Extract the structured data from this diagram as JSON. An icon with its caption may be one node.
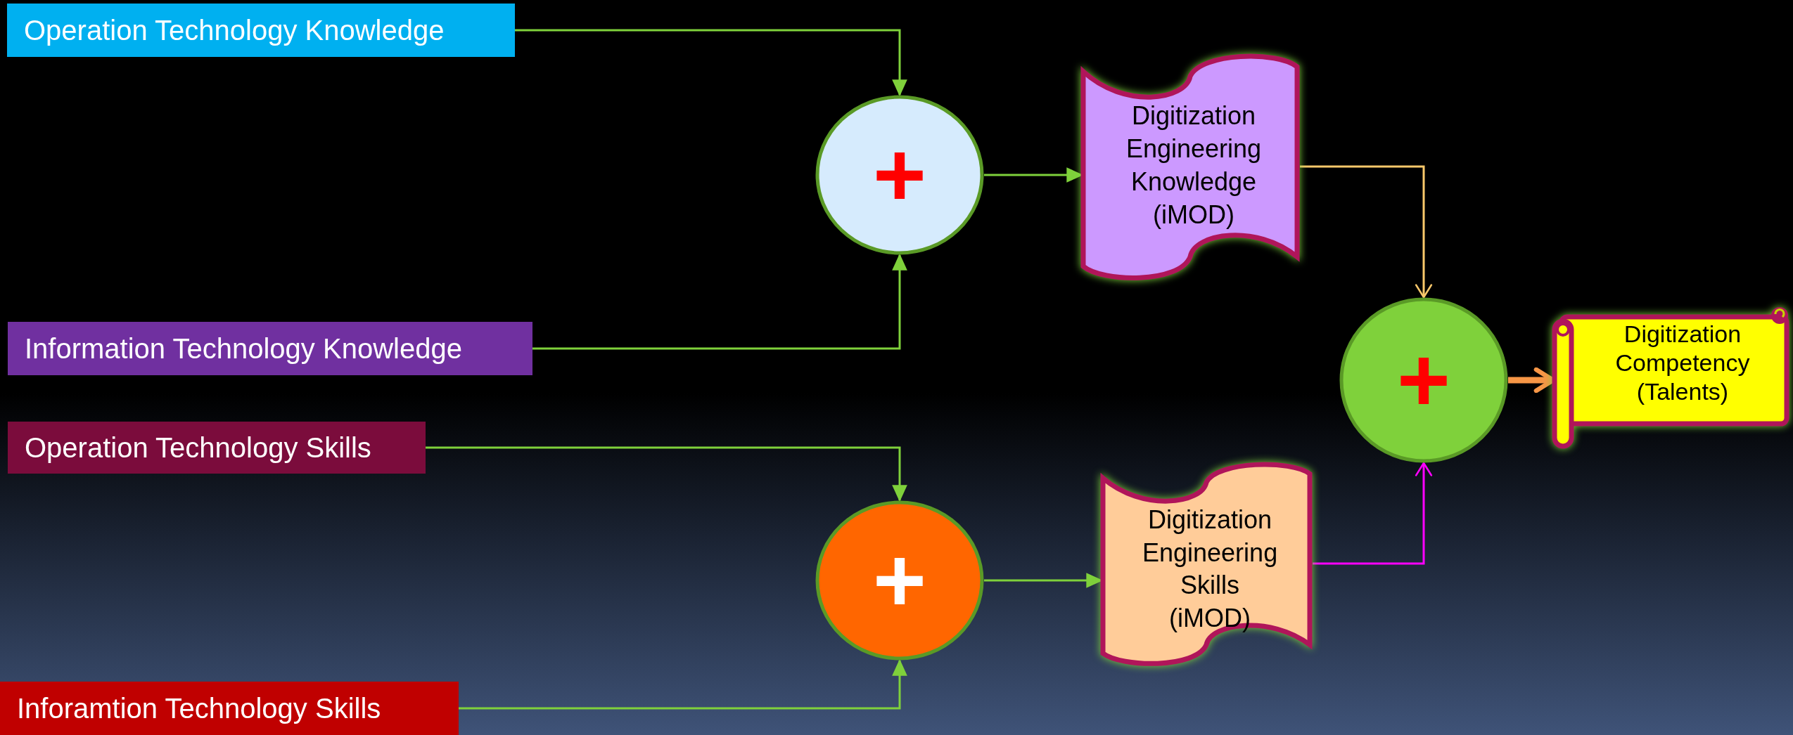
{
  "diagram": {
    "nodes": [
      {
        "text": [
          "Operation Technology Knowledge"
        ]
      },
      {
        "text": [
          "+"
        ]
      },
      {
        "text": [
          "Digitization Engineering Knowledge (iMOD)"
        ]
      },
      {
        "text": [
          "Information Technology Knowledge"
        ]
      },
      {
        "text": [
          "+"
        ]
      },
      {
        "text": [
          "Digitization Competency (Talents)"
        ]
      },
      {
        "text": [
          "Operation Technology Skills"
        ]
      },
      {
        "text": [
          "+"
        ]
      },
      {
        "text": [
          "Digitization Engineering Skills (iMOD)"
        ]
      },
      {
        "text": [
          "Inforamtion Technology Skills"
        ]
      }
    ],
    "edges": [
      {
        "from": 0,
        "to": 1,
        "arrow": "to"
      },
      {
        "from": 3,
        "to": 1,
        "arrow": "to"
      },
      {
        "from": 1,
        "to": 2,
        "arrow": "to"
      },
      {
        "from": 6,
        "to": 7,
        "arrow": "to"
      },
      {
        "from": 9,
        "to": 7,
        "arrow": "to"
      },
      {
        "from": 7,
        "to": 8,
        "arrow": "to"
      },
      {
        "from": 2,
        "to": 4,
        "arrow": "to",
        "color": "#f9c86b"
      },
      {
        "from": 8,
        "to": 4,
        "arrow": "to",
        "color": "#ff00ff"
      },
      {
        "from": 4,
        "to": 5,
        "arrow": "to",
        "style": "thick",
        "color": "#f79646"
      }
    ]
  }
}
